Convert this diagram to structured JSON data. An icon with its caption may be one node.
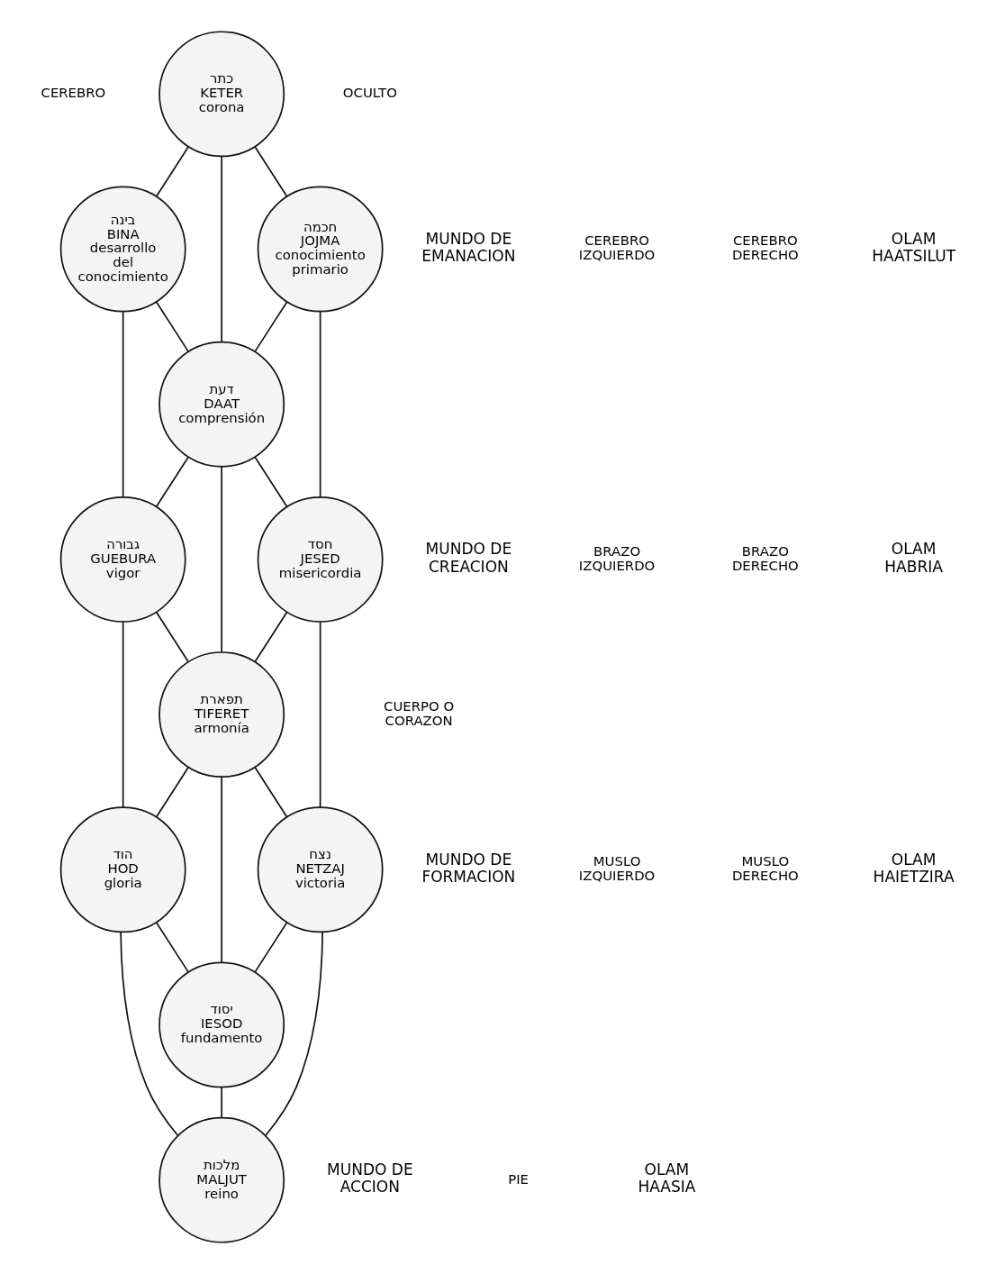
{
  "diagram": {
    "nodes": [
      {
        "text": [
          "כתר",
          "KETER",
          "corona"
        ]
      },
      {
        "text": [
          "בינה",
          "BINA",
          "desarrollo del conocimiento"
        ]
      },
      {
        "text": [
          "חכמה",
          "JOJMA",
          "conocimiento primario"
        ]
      },
      {
        "text": [
          "דעת",
          "DAAT",
          "comprensión"
        ]
      },
      {
        "text": [
          "גבורה",
          "GUEBURA",
          "vigor"
        ]
      },
      {
        "text": [
          "חסד",
          "JESED",
          "misericordia"
        ]
      },
      {
        "text": [
          "תפארת",
          "TIFERET",
          "armonía"
        ]
      },
      {
        "text": [
          "הוד",
          "HOD",
          "gloria"
        ]
      },
      {
        "text": [
          "נצח",
          "NETZAJ",
          "victoria"
        ]
      },
      {
        "text": [
          "יסוד",
          "IESOD",
          "fundamento"
        ]
      },
      {
        "text": [
          "מלכות",
          "MALJUT",
          "reino"
        ]
      }
    ],
    "edges": [
      {
        "from": 0,
        "to": 1,
        "arrow": "none"
      },
      {
        "from": 0,
        "to": 2,
        "arrow": "none"
      },
      {
        "from": 0,
        "to": 3,
        "arrow": "none"
      },
      {
        "from": 1,
        "to": 3,
        "arrow": "none"
      },
      {
        "from": 2,
        "to": 3,
        "arrow": "none"
      },
      {
        "from": 1,
        "to": 4,
        "arrow": "none"
      },
      {
        "from": 2,
        "to": 5,
        "arrow": "none"
      },
      {
        "from": 3,
        "to": 4,
        "arrow": "none"
      },
      {
        "from": 3,
        "to": 5,
        "arrow": "none"
      },
      {
        "from": 3,
        "to": 6,
        "arrow": "none"
      },
      {
        "from": 4,
        "to": 6,
        "arrow": "none"
      },
      {
        "from": 5,
        "to": 6,
        "arrow": "none"
      },
      {
        "from": 4,
        "to": 7,
        "arrow": "none"
      },
      {
        "from": 5,
        "to": 8,
        "arrow": "none"
      },
      {
        "from": 6,
        "to": 7,
        "arrow": "none"
      },
      {
        "from": 6,
        "to": 8,
        "arrow": "none"
      },
      {
        "from": 6,
        "to": 9,
        "arrow": "none"
      },
      {
        "from": 7,
        "to": 9,
        "arrow": "none"
      },
      {
        "from": 8,
        "to": 9,
        "arrow": "none"
      },
      {
        "from": 7,
        "to": 10,
        "arrow": "none"
      },
      {
        "from": 9,
        "to": 10,
        "arrow": "none"
      },
      {
        "from": 8,
        "to": 10,
        "arrow": "none"
      }
    ],
    "labels": [
      "CEREBRO",
      "OCULTO",
      "MUNDO DE EMANACION",
      "OLAM HAATSILUT",
      "CEREBRO IZQUIERDO",
      "CEREBRO DERECHO",
      "MUNDO DE CREACION",
      "OLAM HABRIA",
      "BRAZO IZQUIERDO",
      "BRAZO DERECHO",
      "CUERPO O CORAZON",
      "MUNDO DE FORMACION",
      "OLAM HAIETZIRA",
      "MUSLO IZQUIERDO",
      "MUSLO DERECHO",
      "MUNDO DE ACCION",
      "OLAM HAASIA",
      "PIE"
    ]
  }
}
